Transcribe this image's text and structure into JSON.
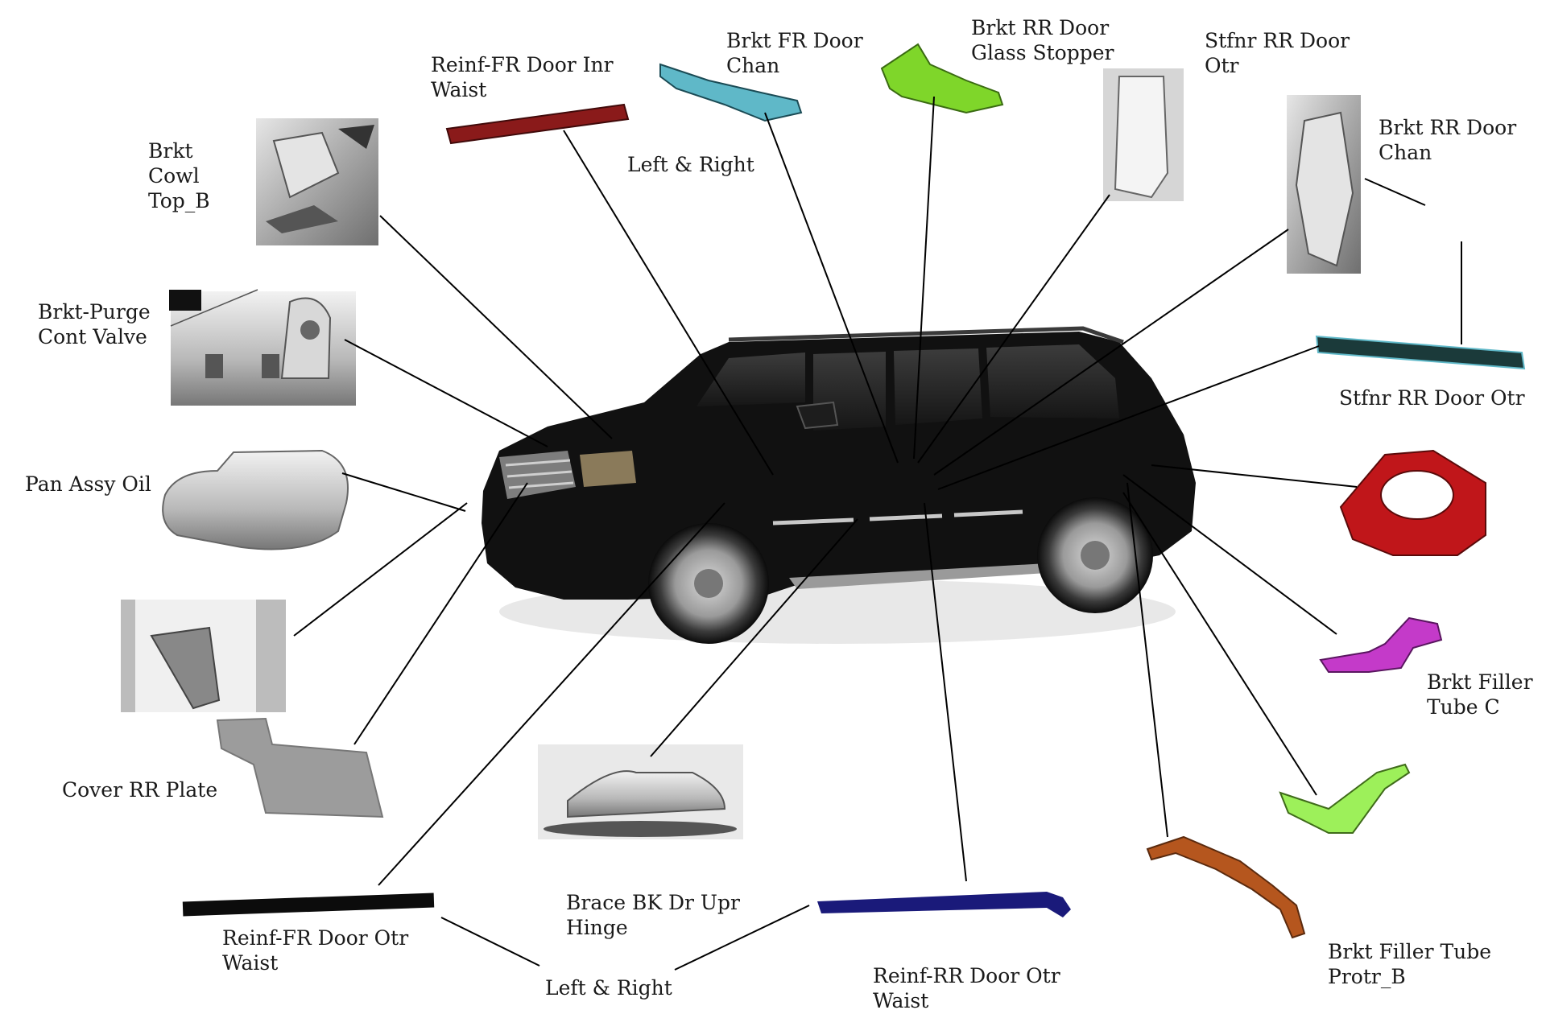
{
  "labels": {
    "brkt_cowl": "Brkt\nCowl\nTop_B",
    "purge_valve": "Brkt-Purge\nCont Valve",
    "pan_oil": "Pan Assy Oil",
    "cover_rr_plate": "Cover RR Plate",
    "reinf_fr_otr": "Reinf-FR Door Otr\nWaist",
    "left_right_bottom": "Left & Right",
    "brace_bk": "Brace BK Dr Upr\nHinge",
    "reinf_rr_otr": "Reinf-RR Door Otr\nWaist",
    "filler_tube_protr": "Brkt Filler Tube\nProtr_B",
    "filler_tube_c": "Brkt Filler\nTube C",
    "stfnr_rr_lower": "Stfnr RR Door Otr",
    "rr_door_chan": "Brkt RR Door\nChan",
    "stfnr_rr_top": "Stfnr RR Door\nOtr",
    "glass_stopper": "Brkt RR Door\nGlass Stopper",
    "fr_door_chan": "Brkt FR Door\nChan",
    "reinf_fr_inr": "Reinf-FR Door Inr\nWaist",
    "left_right_top": "Left & Right"
  },
  "colors": {
    "vehicle_body": "#111111",
    "leader_line": "#000000",
    "red_part": "#c0161a",
    "cyan_part": "#5fb8c8",
    "green_part": "#7fd62a",
    "magenta_part": "#c43ac9",
    "lime_part": "#9df05a",
    "orange_part": "#b5561e",
    "navy_part": "#1a1a7a",
    "gray_photo": "#9a9a9a"
  }
}
